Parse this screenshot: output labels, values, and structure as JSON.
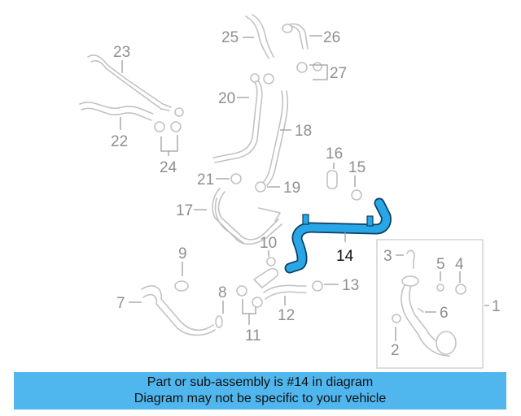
{
  "diagram": {
    "callouts": [
      "1",
      "2",
      "3",
      "4",
      "5",
      "6",
      "7",
      "8",
      "9",
      "10",
      "11",
      "12",
      "13",
      "14",
      "15",
      "16",
      "17",
      "18",
      "19",
      "20",
      "21",
      "22",
      "23",
      "24",
      "25",
      "26",
      "27"
    ],
    "highlighted_part": "14",
    "colors": {
      "highlight": "#29a6e6",
      "highlight_outline": "#0c3f66",
      "parts": "#c2c2c2",
      "banner": "#4fb6ee"
    }
  },
  "banner": {
    "line1": "Part or sub-assembly is #14 in diagram",
    "line2": "Diagram may not be specific to your vehicle"
  }
}
